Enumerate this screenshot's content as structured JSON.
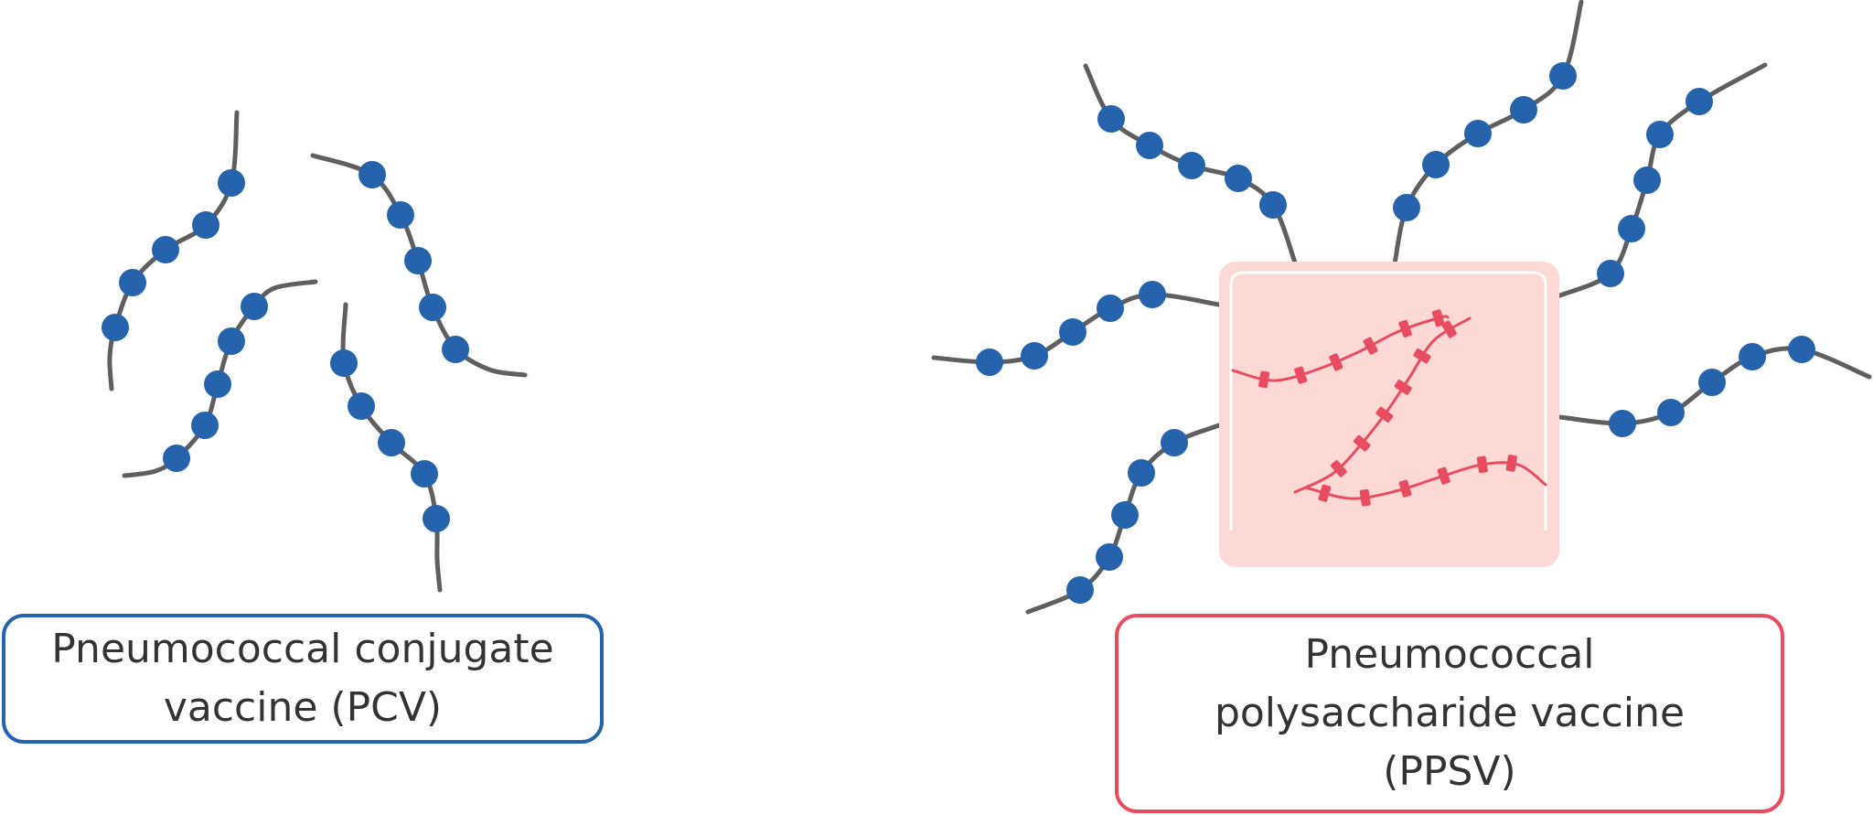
{
  "colors": {
    "chain": "#5f5f5f",
    "bead": "#2563ad",
    "protein_fill": "#fdd9d6",
    "protein_outline": "#ffffff",
    "protein_strand": "#e84c61",
    "pcv_border": "#2563ad",
    "ppsv_border": "#e84c61",
    "text": "#333333"
  },
  "icons": {
    "polysaccharide": "polysaccharide-chain-icon",
    "carrier_protein": "carrier-protein-icon"
  },
  "pcv_label": {
    "line1": "Pneumococcal conjugate",
    "line2": "vaccine (PCV)"
  },
  "ppsv_label": {
    "line1": "Pneumococcal",
    "line2": "polysaccharide vaccine",
    "line3": "(PPSV)"
  }
}
